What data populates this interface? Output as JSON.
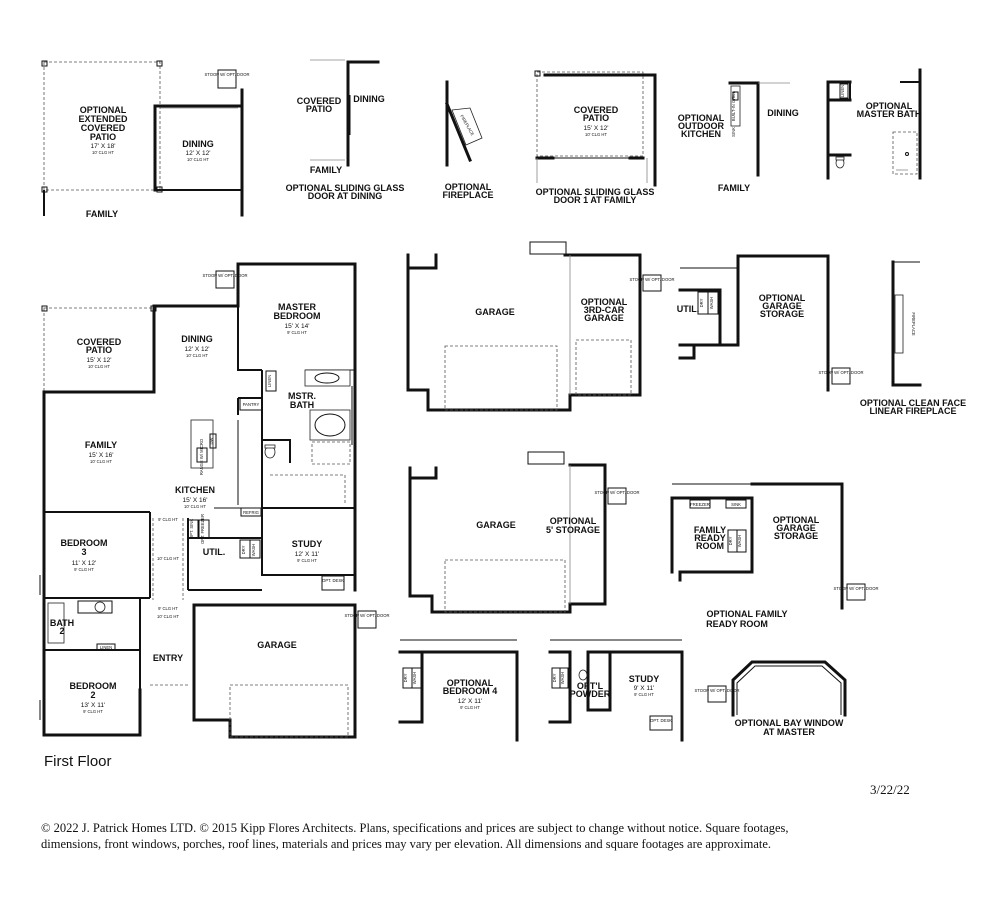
{
  "floor_title": "First Floor",
  "date": "3/22/22",
  "legal": {
    "line1": "© 2022 J. Patrick Homes LTD.  © 2015 Kipp Flores Architects. Plans, specifications and prices are subject to change without notice.  Square footages,",
    "line2": "dimensions, front windows, porches, roof lines, materials and prices may vary per elevation.   All dimensions and square footages are approximate."
  },
  "main_plan": {
    "covered_patio": {
      "name1": "COVERED",
      "name2": "PATIO",
      "dim": "15' X 12'",
      "ceil": "10' CLG HT"
    },
    "dining": {
      "name": "DINING",
      "dim": "12' X 12'",
      "ceil": "10' CLG HT"
    },
    "master_bedroom": {
      "name1": "MASTER",
      "name2": "BEDROOM",
      "dim": "15' X 14'",
      "ceil": "9' CLG HT"
    },
    "mstr_bath": {
      "name1": "MSTR.",
      "name2": "BATH"
    },
    "linen": "LINEN",
    "pantry": "PANTRY",
    "family": {
      "name": "FAMILY",
      "dim": "15' X 16'",
      "ceil": "10' CLG HT"
    },
    "kitchen": {
      "name": "KITCHEN",
      "dim": "15' X 16'",
      "ceil": "10' CLG HT"
    },
    "dw": "DW",
    "microwave": "RANGE W/ MICRO",
    "refrig": "REFRIG",
    "bedroom3": {
      "name1": "BEDROOM",
      "name2": "3",
      "dim": "11' X 12'",
      "ceil": "9' CLG HT"
    },
    "util": "UTIL.",
    "opt_freezer": "OPT. FREEZER",
    "opt_sink": "OPT. SINK",
    "dry": "DRY",
    "wash": "WASH",
    "study": {
      "name": "STUDY",
      "dim": "12' X 11'",
      "ceil": "9' CLG HT"
    },
    "opt_desk": "OPT. DESK",
    "bath2": {
      "name1": "BATH",
      "name2": "2"
    },
    "linen2": "LINEN",
    "entry": "ENTRY",
    "garage": "GARAGE",
    "bedroom2": {
      "name1": "BEDROOM",
      "name2": "2",
      "dim": "13' X 11'",
      "ceil": "9' CLG HT"
    },
    "clg_9": "9' CLG HT",
    "clg_10": "10' CLG HT",
    "stoop": "STOOP W/ OPT. DOOR"
  },
  "options": {
    "ext_patio": {
      "name1": "OPTIONAL",
      "name2": "EXTENDED",
      "name3": "COVERED",
      "name4": "PATIO",
      "dim": "17' X 18'",
      "ceil": "10' CLG HT"
    },
    "ext_patio_dining": {
      "name": "DINING",
      "dim": "12' X 12'",
      "ceil": "10' CLG HT"
    },
    "ext_patio_family": "FAMILY",
    "slide_dining": {
      "patio1": "COVERED",
      "patio2": "PATIO",
      "dining": "DINING",
      "family": "FAMILY",
      "cap1": "OPTIONAL SLIDING GLASS",
      "cap2": "DOOR AT DINING"
    },
    "fireplace": {
      "label": "FIREPLACE",
      "cap1": "OPTIONAL",
      "cap2": "FIREPLACE"
    },
    "slide_family": {
      "name1": "COVERED",
      "name2": "PATIO",
      "dim": "15' X 12'",
      "ceil": "10' CLG HT",
      "cap1": "OPTIONAL SLIDING GLASS",
      "cap2": "DOOR 1 AT FAMILY"
    },
    "outdoor_kitchen": {
      "name1": "OPTIONAL",
      "name2": "OUTDOOR",
      "name3": "KITCHEN",
      "dining": "DINING",
      "family": "FAMILY",
      "sink": "SINK",
      "grill": "BUILT-IN GRILL"
    },
    "master_bath": {
      "name1": "OPTIONAL",
      "name2": "MASTER BATH",
      "linen": "LINEN"
    },
    "third_car": {
      "garage": "GARAGE",
      "name1": "OPTIONAL",
      "name2": "3RD-CAR",
      "name3": "GARAGE"
    },
    "garage_storage": {
      "util": "UTIL.",
      "dry": "DRY",
      "wash": "WASH",
      "name1": "OPTIONAL",
      "name2": "GARAGE",
      "name3": "STORAGE"
    },
    "linear_fireplace": {
      "label": "FIREPLACE",
      "cap1": "OPTIONAL CLEAN FACE",
      "cap2": "LINEAR FIREPLACE"
    },
    "five_storage": {
      "garage": "GARAGE",
      "name1": "OPTIONAL",
      "name2": "5' STORAGE"
    },
    "family_ready": {
      "freezer": "FREEZER",
      "sink": "SINK",
      "dry": "DRY",
      "wash": "WASH",
      "name1": "FAMILY",
      "name2": "READY",
      "name3": "ROOM",
      "stor1": "OPTIONAL",
      "stor2": "GARAGE",
      "stor3": "STORAGE",
      "cap1": "OPTIONAL FAMILY",
      "cap2": "READY ROOM"
    },
    "bedroom4": {
      "name1": "OPTIONAL",
      "name2": "BEDROOM 4",
      "dim": "12' X 11'",
      "ceil": "9' CLG HT",
      "dry": "DRY",
      "wash": "WASH"
    },
    "powder": {
      "name1": "OPT'L",
      "name2": "POWDER",
      "study": "STUDY",
      "dim": "9' X 11'",
      "ceil": "9' CLG HT",
      "desk": "OPT. DESK",
      "dry": "DRY",
      "wash": "WASH"
    },
    "bay_window": {
      "cap1": "OPTIONAL BAY WINDOW",
      "cap2": "AT MASTER"
    }
  }
}
